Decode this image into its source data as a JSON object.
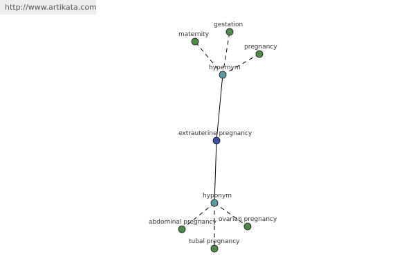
{
  "watermark": "http://www.artikata.com",
  "colors": {
    "leaf_node": "#4f8a4a",
    "relation_node": "#5b9aa0",
    "center_node": "#3c4fa0",
    "edge": "#000000"
  },
  "nodes": [
    {
      "id": "maternity",
      "label": "maternity",
      "kind": "leaf"
    },
    {
      "id": "gestation",
      "label": "gestation",
      "kind": "leaf"
    },
    {
      "id": "pregnancy",
      "label": "pregnancy",
      "kind": "leaf"
    },
    {
      "id": "hypernym_top",
      "label": "hypernym",
      "kind": "relation"
    },
    {
      "id": "center",
      "label": "extrauterine pregnancy",
      "kind": "center"
    },
    {
      "id": "hyponym_bottom",
      "label": "hyponym",
      "kind": "relation"
    },
    {
      "id": "abdominal",
      "label": "abdominal pregnancy",
      "kind": "leaf"
    },
    {
      "id": "ovarian",
      "label": "ovarian pregnancy",
      "kind": "leaf"
    },
    {
      "id": "tubal",
      "label": "tubal pregnancy",
      "kind": "leaf"
    }
  ],
  "edges": [
    {
      "from": "hypernym_top",
      "to": "maternity",
      "style": "dashed"
    },
    {
      "from": "hypernym_top",
      "to": "gestation",
      "style": "dashed"
    },
    {
      "from": "hypernym_top",
      "to": "pregnancy",
      "style": "dashed"
    },
    {
      "from": "center",
      "to": "hypernym_top",
      "style": "solid"
    },
    {
      "from": "center",
      "to": "hyponym_bottom",
      "style": "solid"
    },
    {
      "from": "hyponym_bottom",
      "to": "abdominal",
      "style": "dashed"
    },
    {
      "from": "hyponym_bottom",
      "to": "ovarian",
      "style": "dashed"
    },
    {
      "from": "hyponym_bottom",
      "to": "tubal",
      "style": "dashed"
    }
  ]
}
